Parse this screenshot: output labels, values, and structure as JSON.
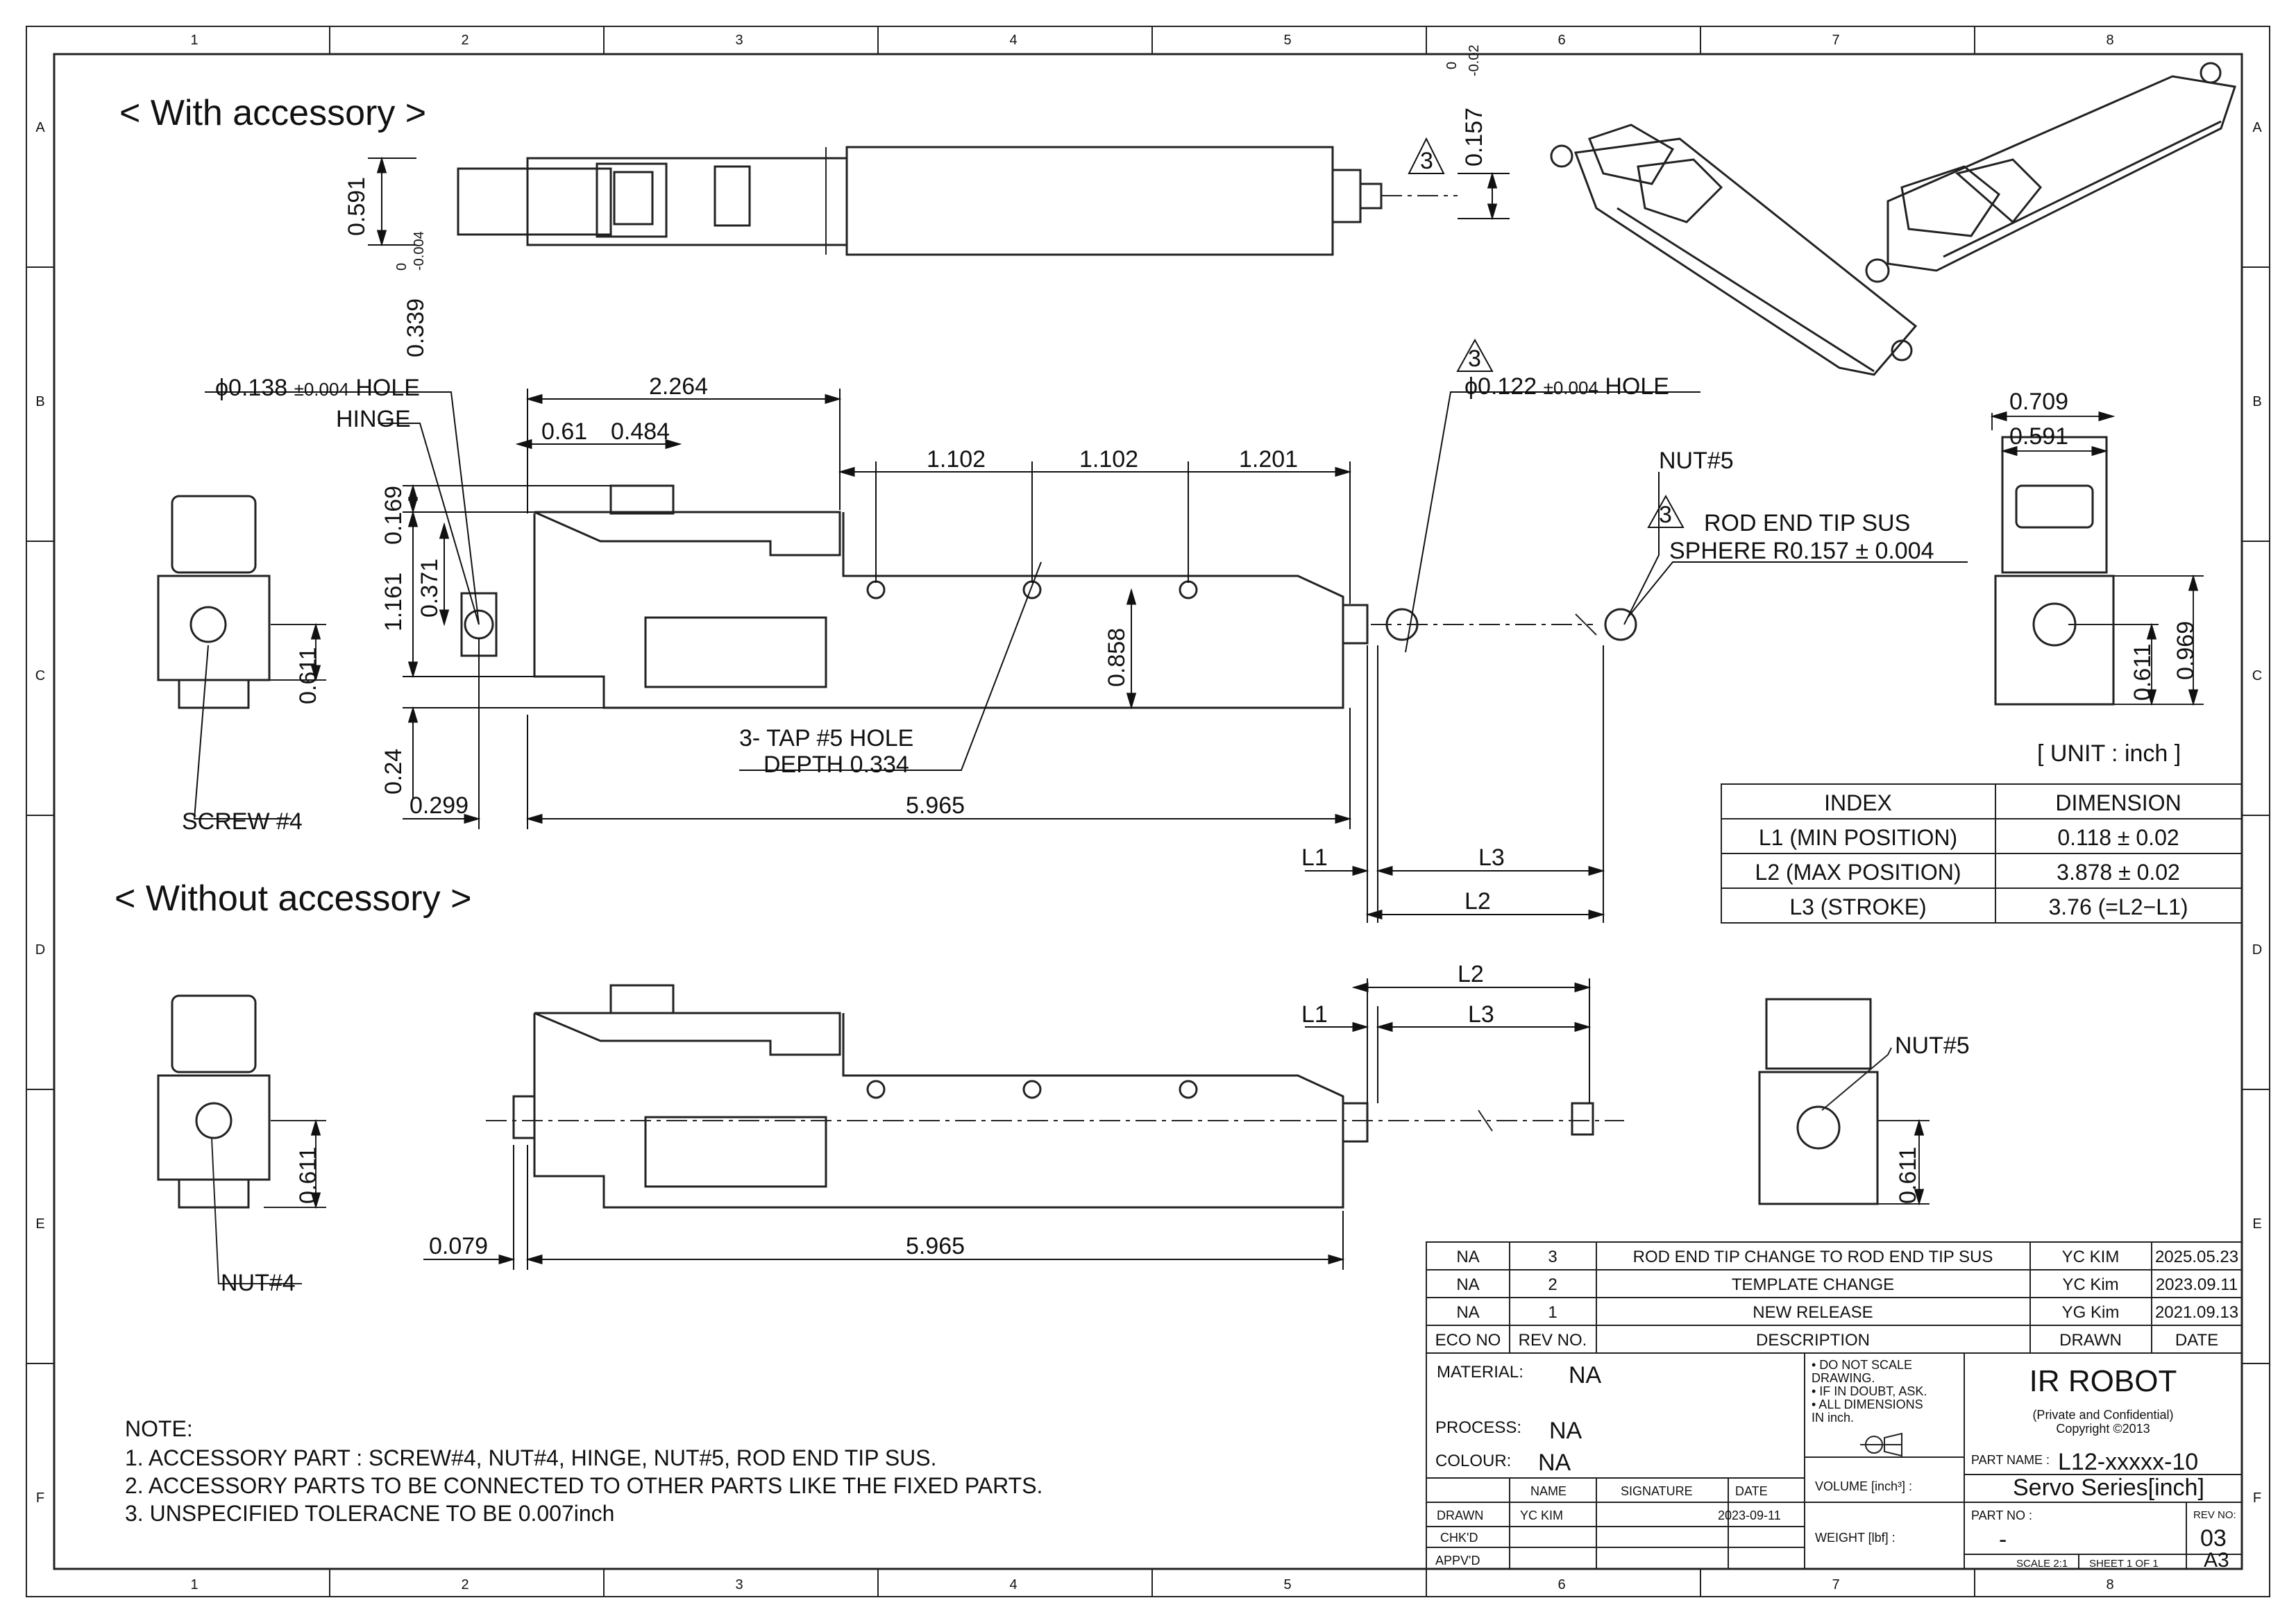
{
  "sections": {
    "with_accessory": "< With accessory >",
    "without_accessory": "< Without accessory >"
  },
  "grid": {
    "columns": [
      "1",
      "2",
      "3",
      "4",
      "5",
      "6",
      "7",
      "8"
    ],
    "rows": [
      "A",
      "B",
      "C",
      "D",
      "E",
      "F"
    ]
  },
  "dimensions": {
    "top_height": "0.591",
    "top_tol_upper": "0",
    "top_tol_lower": "-0.004",
    "top_offset": "0.339",
    "rod_tol_upper": "0",
    "rod_tol_lower": "-0.02",
    "rod_dia": "0.157",
    "rev_mark": "3",
    "hinge_hole": "ϕ0.138",
    "hinge_hole_tol": "±0.004",
    "hole_word": "HOLE",
    "hinge": "HINGE",
    "d_2264": "2.264",
    "d_061": "0.61",
    "d_0484": "0.484",
    "d_1102a": "1.102",
    "d_1102b": "1.102",
    "d_1201": "1.201",
    "d_0169": "0.169",
    "d_1161": "1.161",
    "d_0371": "0.371",
    "d_0858": "0.858",
    "d_024": "0.24",
    "d_0299": "0.299",
    "d_5965a": "5.965",
    "d_0611a": "0.611",
    "rod_hole": "ϕ0.122",
    "rod_hole_tol": "±0.004",
    "nut5": "NUT#5",
    "rod_end_1": "ROD END TIP SUS",
    "rod_end_2": "SPHERE R0.157 ± 0.004",
    "tap_1": "3- TAP #5 HOLE",
    "tap_2": "DEPTH 0.334",
    "screw4": "SCREW #4",
    "l1": "L1",
    "l2": "L2",
    "l3": "L3",
    "d_0709": "0.709",
    "d_0591": "0.591",
    "d_0969": "0.969",
    "d_0611b": "0.611",
    "d_0611c": "0.611",
    "d_0611d": "0.611",
    "d_0079": "0.079",
    "d_5965b": "5.965",
    "nut4": "NUT#4",
    "nut5b": "NUT#5"
  },
  "unit": "[ UNIT : inch ]",
  "index_table": {
    "headers": [
      "INDEX",
      "DIMENSION"
    ],
    "rows": [
      [
        "L1 (MIN POSITION)",
        "0.118 ± 0.02"
      ],
      [
        "L2 (MAX POSITION)",
        "3.878 ± 0.02"
      ],
      [
        "L3 (STROKE)",
        "3.76 (=L2−L1)"
      ]
    ]
  },
  "notes": [
    "NOTE:",
    "1. ACCESSORY PART :  SCREW#4, NUT#4, HINGE, NUT#5, ROD END TIP SUS.",
    "2. ACCESSORY PARTS TO BE CONNECTED TO OTHER PARTS LIKE THE  FIXED PARTS.",
    "3. UNSPECIFIED TOLERACNE TO BE 0.007inch"
  ],
  "revisions": {
    "rows": [
      [
        "NA",
        "3",
        "ROD END TIP CHANGE TO ROD END TIP SUS",
        "YC KIM",
        "2025.05.23"
      ],
      [
        "NA",
        "2",
        "TEMPLATE CHANGE",
        "YC Kim",
        "2023.09.11"
      ],
      [
        "NA",
        "1",
        "NEW RELEASE",
        "YG Kim",
        "2021.09.13"
      ]
    ],
    "headers": [
      "ECO NO",
      "REV NO.",
      "DESCRIPTION",
      "DRAWN",
      "DATE"
    ]
  },
  "title_block": {
    "material_label": "MATERIAL:",
    "material": "NA",
    "process_label": "PROCESS:",
    "process": "NA",
    "colour_label": "COLOUR:",
    "colour": "NA",
    "cols": [
      "NAME",
      "SIGNATURE",
      "DATE"
    ],
    "drawn_label": "DRAWN",
    "drawn_name": "YC KIM",
    "drawn_date": "2023-09-11",
    "chkd_label": "CHK'D",
    "appvd_label": "APPV'D",
    "notes": [
      "• DO NOT SCALE",
      "  DRAWING.",
      "• IF IN DOUBT, ASK.",
      "• ALL DIMENSIONS",
      "  IN inch."
    ],
    "volume": "VOLUME [inch³] :",
    "weight": "WEIGHT [lbf] :",
    "company": "IR ROBOT",
    "confidential": "(Private and Confidential)",
    "copyright": "Copyright ©2013",
    "part_name_label": "PART NAME :",
    "part_name_1": "L12-xxxxx-10",
    "part_name_2": "Servo Series[inch]",
    "part_no_label": "PART NO :",
    "part_no": "-",
    "rev_label": "REV NO:",
    "rev": "03",
    "scale": "SCALE  2:1",
    "sheet": "SHEET 1 OF 1",
    "size": "A3"
  }
}
